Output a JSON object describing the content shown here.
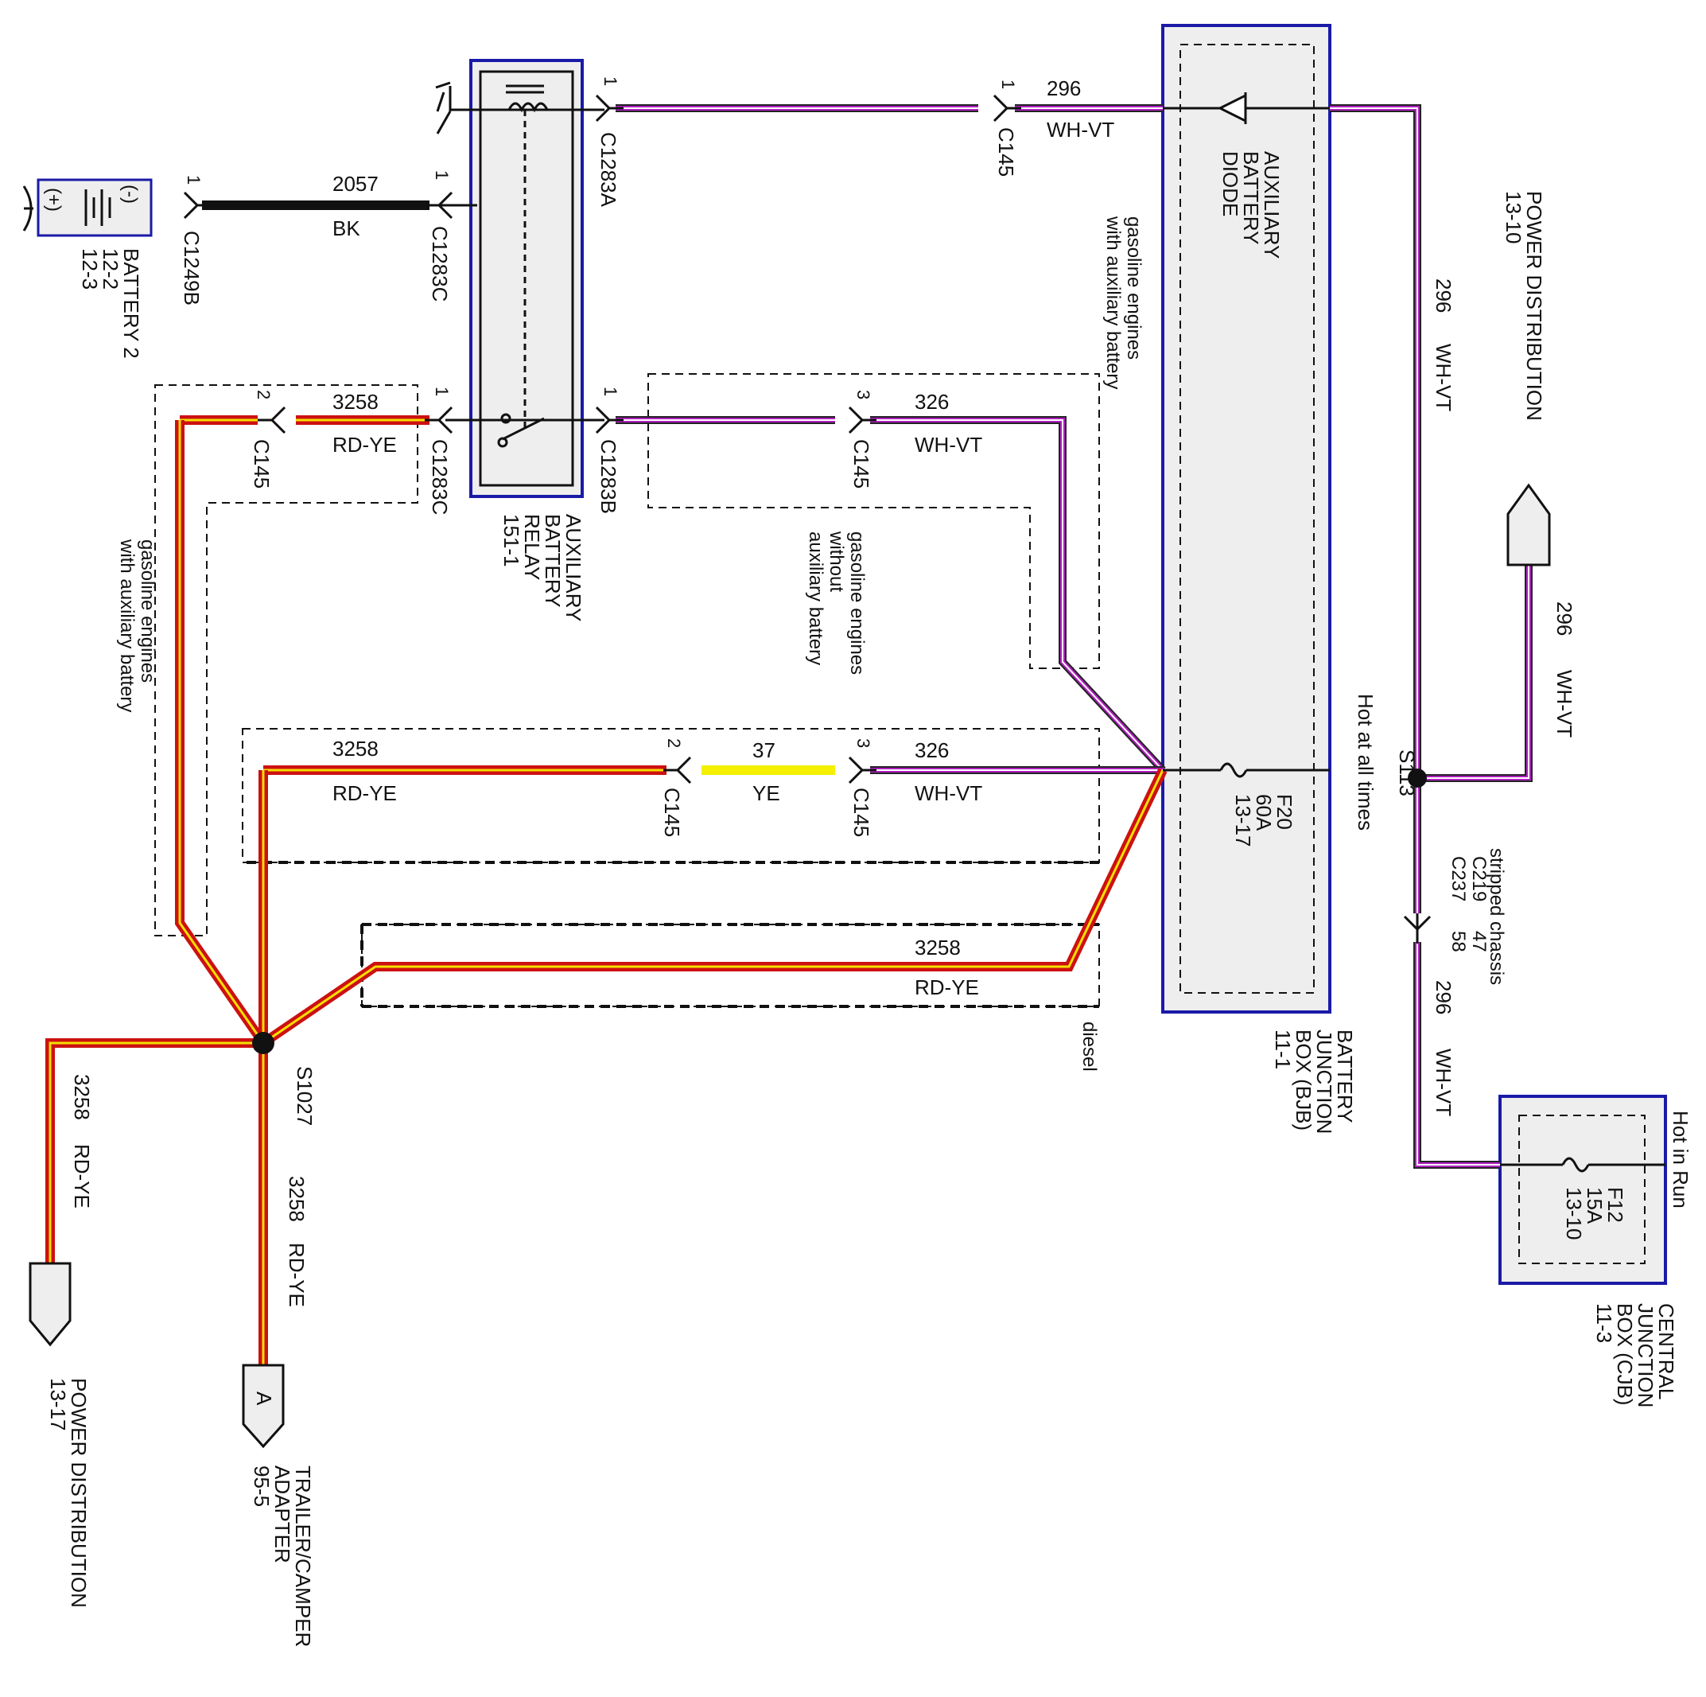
{
  "colors": {
    "wh_vt_outer": "#222222",
    "wh_vt_inner": "#b020c0",
    "wh_vt_center": "#ffffff",
    "rd_ye_outer": "#cc1111",
    "rd_ye_center": "#f4e000",
    "bk": "#111111",
    "ye": "#f4f000",
    "box_border": "#1a1aa8",
    "box_fill": "#eeeeee"
  },
  "components": {
    "battery2": {
      "name": "BATTERY 2",
      "pages": [
        "12-2",
        "12-3"
      ],
      "neg": "(-)",
      "pos": "(+)"
    },
    "aux_relay": {
      "name_lines": [
        "AUXILIARY",
        "BATTERY",
        "RELAY"
      ],
      "page": "151-1"
    },
    "aux_diode": {
      "name_lines": [
        "AUXILIARY",
        "BATTERY",
        "DIODE"
      ]
    },
    "bjb": {
      "name_lines": [
        "BATTERY",
        "JUNCTION",
        "BOX (BJB)"
      ],
      "page": "11-1",
      "hot": "Hot at all times"
    },
    "cjb": {
      "name_lines": [
        "CENTRAL",
        "JUNCTION",
        "BOX (CJB)"
      ],
      "page": "11-3",
      "hot": "Hot in Run"
    },
    "power_dist_top": {
      "name": "POWER DISTRIBUTION",
      "page": "13-10"
    },
    "power_dist_bottom": {
      "name": "POWER DISTRIBUTION",
      "page": "13-17"
    },
    "trailer": {
      "name_lines": [
        "TRAILER/CAMPER",
        "ADAPTER"
      ],
      "page": "95-5",
      "letter": "A"
    }
  },
  "fuses": {
    "f20": {
      "id": "F20",
      "rating": "60A",
      "page": "13-17"
    },
    "f12": {
      "id": "F12",
      "rating": "15A",
      "page": "13-10"
    }
  },
  "splices": {
    "s113": "S113",
    "s1027": "S1027"
  },
  "connectors": {
    "c1249b": "C1249B",
    "c1283c": "C1283C",
    "c1283a": "C1283A",
    "c1283b": "C1283B",
    "c145": "C145",
    "c219": "C219",
    "c237": "C237"
  },
  "pins": {
    "p1": "1",
    "p2": "2",
    "p3": "3",
    "p47": "47",
    "p58": "58"
  },
  "wires": {
    "w2057": {
      "circuit": "2057",
      "color": "BK"
    },
    "w296": {
      "circuit": "296",
      "color": "WH-VT"
    },
    "w326": {
      "circuit": "326",
      "color": "WH-VT"
    },
    "w3258": {
      "circuit": "3258",
      "color": "RD-YE"
    },
    "w37": {
      "circuit": "37",
      "color": "YE"
    }
  },
  "notes": {
    "gas_with_aux": [
      "gasoline engines",
      "with auxiliary battery"
    ],
    "gas_without_aux": [
      "gasoline engines",
      "without",
      "auxiliary battery"
    ],
    "diesel": "diesel",
    "stripped": "stripped chassis"
  }
}
